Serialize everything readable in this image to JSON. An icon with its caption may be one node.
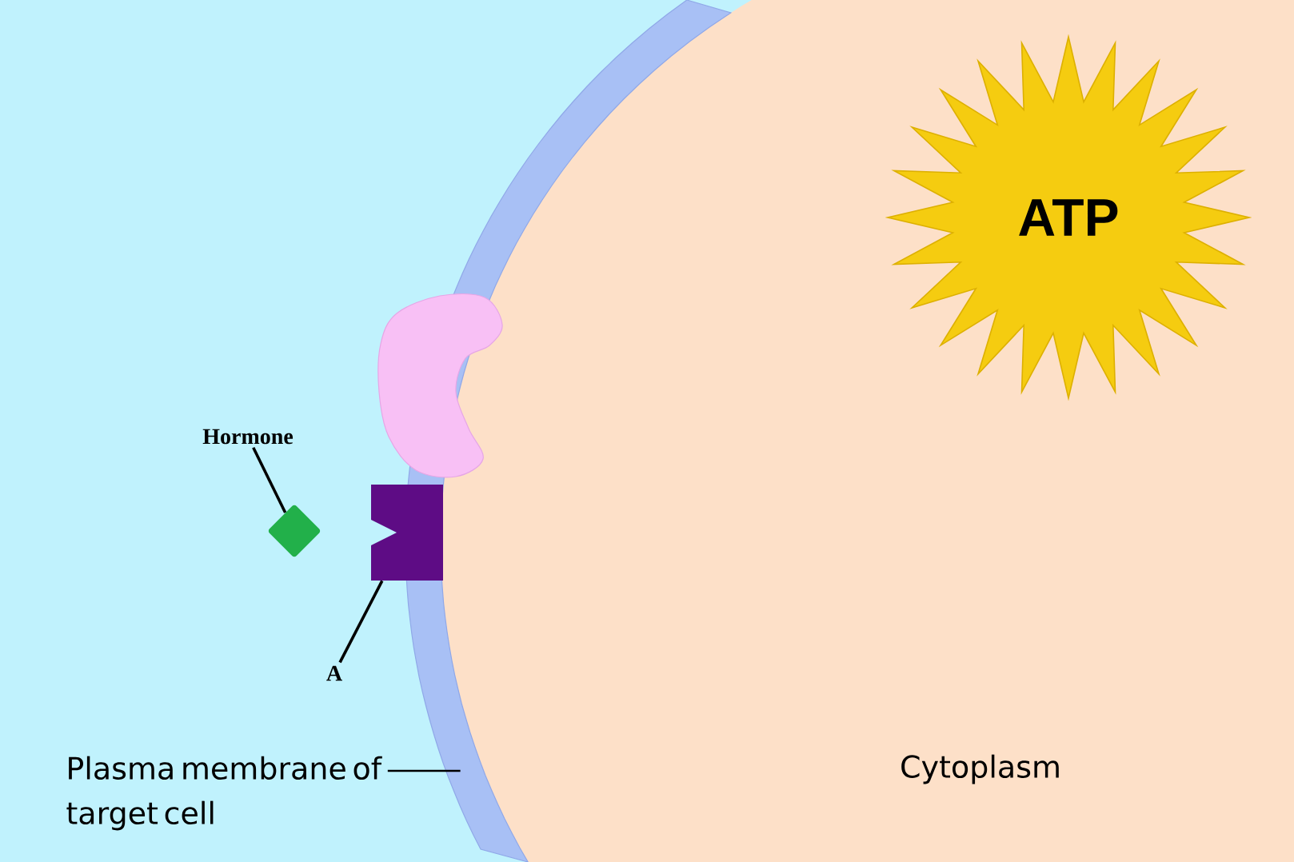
{
  "diagram": {
    "nodes": [
      {
        "text": [
          "Hormone"
        ]
      },
      {
        "text": [],
        "shape": "diamond"
      },
      {
        "text": [
          "A"
        ]
      },
      {
        "text": [],
        "shape": "box"
      },
      {
        "text": [
          "Plasma membrane of target cell"
        ]
      },
      {
        "text": [],
        "shape": "band"
      },
      {
        "text": [
          "ATP"
        ]
      }
    ],
    "edges": [
      {
        "from": 0,
        "to": 1,
        "arrow": "none"
      },
      {
        "from": 2,
        "to": 3,
        "arrow": "none"
      },
      {
        "from": 4,
        "to": 5,
        "arrow": "none"
      }
    ],
    "labels": [
      "Cytoplasm"
    ]
  }
}
